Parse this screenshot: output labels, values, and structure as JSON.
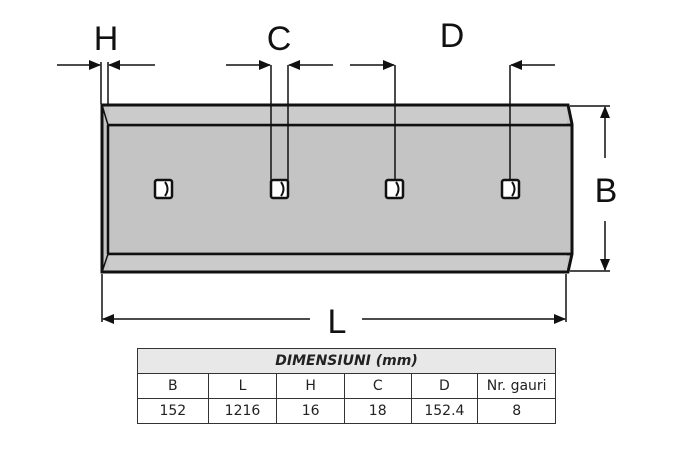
{
  "diagram": {
    "subject": "blade with bolt holes",
    "labels": {
      "H": "H",
      "C": "C",
      "D": "D",
      "B": "B",
      "L": "L"
    },
    "colors": {
      "blade_fill": "#c4c4c4",
      "outline": "#111111",
      "hole_fill": "#ffffff"
    },
    "hole_count_visible": 4
  },
  "table": {
    "title": "DIMENSIUNI (mm)",
    "headers": [
      "B",
      "L",
      "H",
      "C",
      "D",
      "Nr. gauri"
    ],
    "values": [
      "152",
      "1216",
      "16",
      "18",
      "152.4",
      "8"
    ],
    "header_bg": "#e8e8e8"
  }
}
